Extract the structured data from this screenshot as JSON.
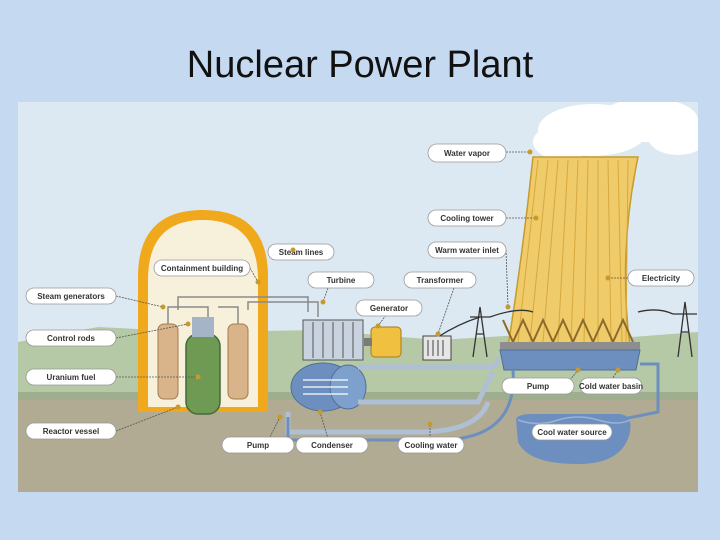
{
  "slide": {
    "title": "Nuclear Power Plant"
  },
  "labels": {
    "water_vapor": "Water vapor",
    "cooling_tower": "Cooling tower",
    "warm_water_inlet": "Warm water inlet",
    "electricity": "Electricity",
    "steam_lines": "Steam lines",
    "containment_building": "Containment building",
    "turbine": "Turbine",
    "transformer": "Transformer",
    "generator": "Generator",
    "steam_generators": "Steam generators",
    "control_rods": "Control rods",
    "uranium_fuel": "Uranium fuel",
    "reactor_vessel": "Reactor vessel",
    "pump_left": "Pump",
    "condenser": "Condenser",
    "cooling_water": "Cooling water",
    "pump_right": "Pump",
    "cold_water_basin": "Cold water basin",
    "cool_water_source": "Cool water source"
  },
  "colors": {
    "sky": "#dce9f2",
    "ground": "#b2ab93",
    "grass": "#b5c9a6",
    "containment": "#f0a81c",
    "tower": "#f0cb6a",
    "water": "#6d8fbf",
    "pipe": "#aebfd6"
  }
}
